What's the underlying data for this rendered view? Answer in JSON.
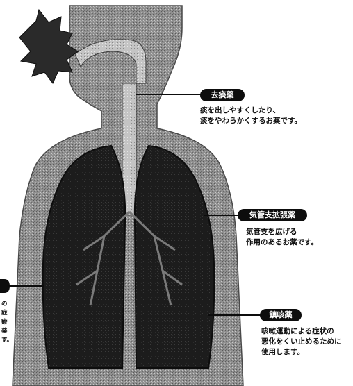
{
  "callouts": {
    "top": {
      "label": "去痰薬",
      "lines": [
        "痰を出しやすくしたり、",
        "痰をやわらかくするお薬です。"
      ]
    },
    "middle": {
      "label": "気管支拡張薬",
      "lines": [
        "気管支を広げる",
        "作用のあるお薬です。"
      ]
    },
    "bottom": {
      "label": "鎮咳薬",
      "lines": [
        "咳嗽運動による症状の",
        "悪化をくい止めるために",
        "使用します。"
      ]
    },
    "left": {
      "lines": [
        "の",
        "症",
        "療",
        "薬",
        "す。"
      ]
    }
  },
  "colors": {
    "ink": "#0d0d0d",
    "body_fill": "#8c8c8c",
    "lung_fill": "#1a1a1a",
    "airway_fill": "#bdbdbd"
  }
}
